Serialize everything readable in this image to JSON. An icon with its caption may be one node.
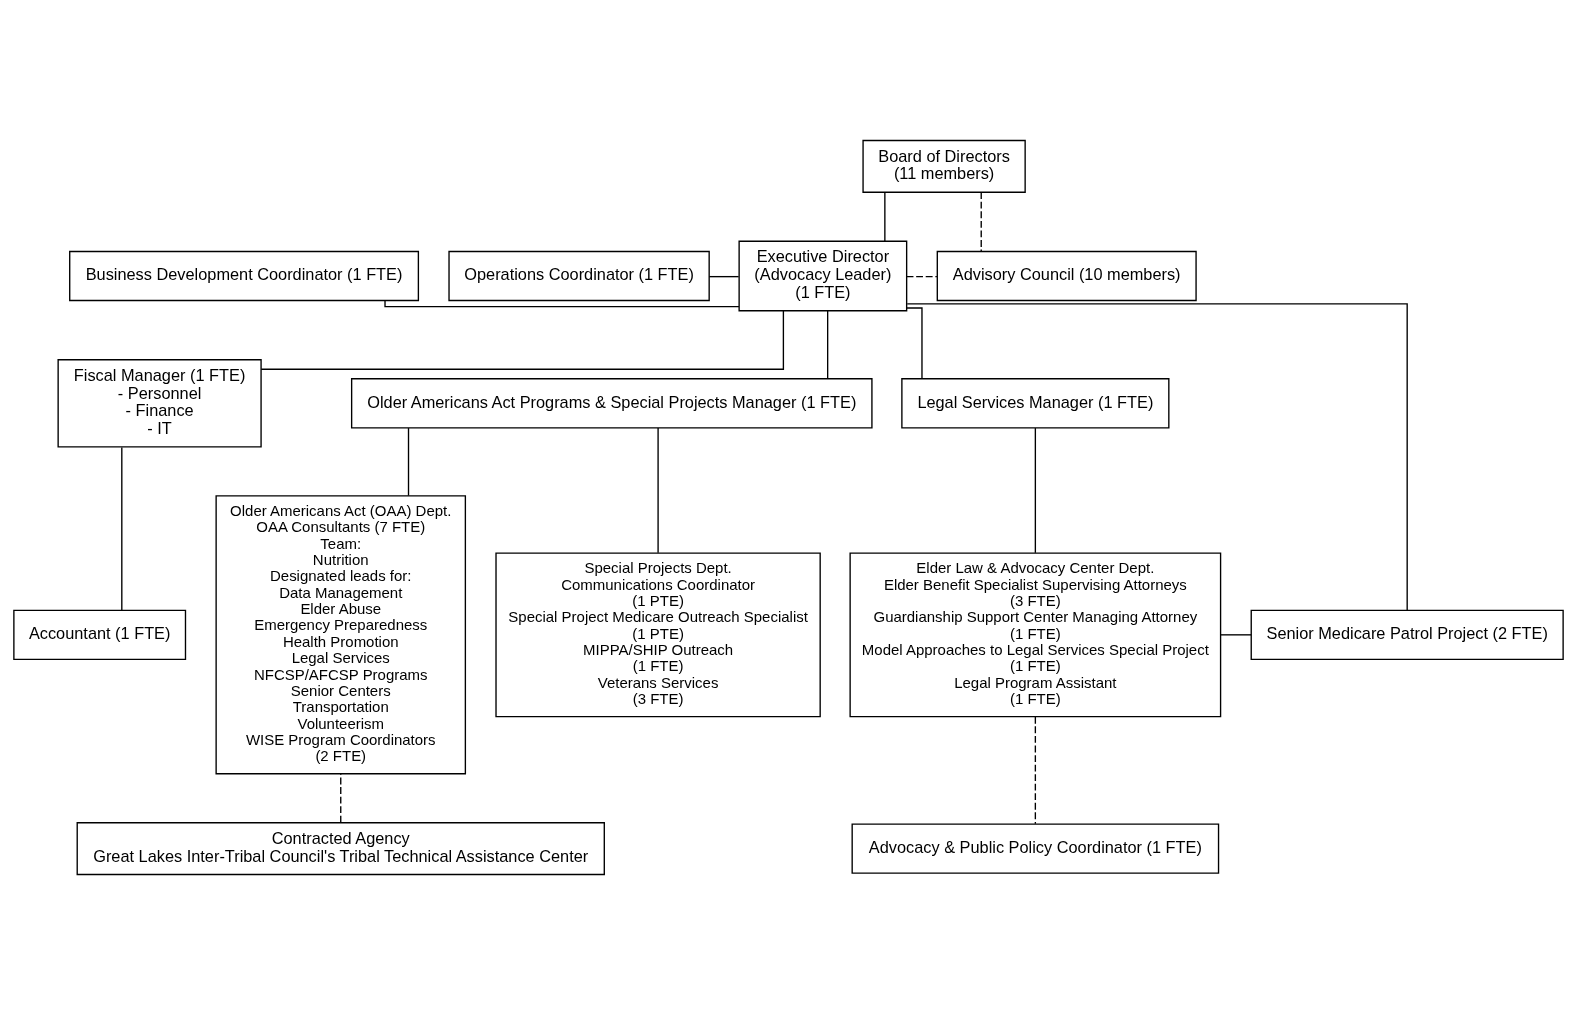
{
  "diagram": {
    "nodes": [
      {
        "text": [
          "Board of Directors",
          "(11 members)"
        ]
      },
      {
        "text": [
          "Business Development Coordinator (1 FTE)"
        ]
      },
      {
        "text": [
          "Operations Coordinator (1 FTE)"
        ]
      },
      {
        "text": [
          "Executive Director",
          "(Advocacy Leader)",
          "(1 FTE)"
        ]
      },
      {
        "text": [
          "Advisory Council (10 members)"
        ]
      },
      {
        "text": [
          "Fiscal Manager (1 FTE)",
          "- Personnel",
          "- Finance",
          "- IT"
        ]
      },
      {
        "text": [
          "Older Americans Act Programs & Special Projects Manager (1 FTE)"
        ]
      },
      {
        "text": [
          "Legal Services Manager (1 FTE)"
        ]
      },
      {
        "text": [
          "Accountant (1 FTE)"
        ]
      },
      {
        "text": [
          "Older Americans Act (OAA) Dept.",
          "OAA Consultants (7 FTE)",
          "Team:",
          "Nutrition",
          "Designated leads for:",
          "Data Management",
          "Elder Abuse",
          "Emergency Preparedness",
          "Health Promotion",
          "Legal Services",
          "NFCSP/AFCSP Programs",
          "Senior Centers",
          "Transportation",
          "Volunteerism",
          "WISE Program Coordinators",
          "(2 FTE)"
        ]
      },
      {
        "text": [
          "Special Projects Dept.",
          "Communications Coordinator",
          "(1 PTE)",
          "Special Project Medicare Outreach Specialist",
          "(1 PTE)",
          "MIPPA/SHIP Outreach",
          "(1 FTE)",
          "Veterans Services",
          "(3 FTE)"
        ]
      },
      {
        "text": [
          "Elder Law & Advocacy Center Dept.",
          "Elder Benefit Specialist Supervising Attorneys",
          "(3 FTE)",
          "Guardianship Support Center Managing Attorney",
          "(1 FTE)",
          "Model Approaches to Legal Services Special Project",
          "(1 FTE)",
          "Legal Program Assistant",
          "(1 FTE)"
        ]
      },
      {
        "text": [
          "Senior Medicare Patrol Project (2 FTE)"
        ]
      },
      {
        "text": [
          "Contracted Agency",
          "Great Lakes Inter-Tribal Council's Tribal Technical Assistance Center"
        ]
      },
      {
        "text": [
          "Advocacy & Public Policy Coordinator (1 FTE)"
        ]
      }
    ],
    "edges": [
      {
        "from": 0,
        "to": 3,
        "arrow": "none"
      },
      {
        "from": 0,
        "to": 4,
        "arrow": "none",
        "style": "dashed"
      },
      {
        "from": 1,
        "to": 3,
        "arrow": "none"
      },
      {
        "from": 2,
        "to": 3,
        "arrow": "none"
      },
      {
        "from": 3,
        "to": 4,
        "arrow": "none",
        "style": "dashed"
      },
      {
        "from": 3,
        "to": 5,
        "arrow": "none"
      },
      {
        "from": 3,
        "to": 6,
        "arrow": "none"
      },
      {
        "from": 3,
        "to": 7,
        "arrow": "none"
      },
      {
        "from": 3,
        "to": 12,
        "arrow": "none"
      },
      {
        "from": 5,
        "to": 8,
        "arrow": "none"
      },
      {
        "from": 6,
        "to": 9,
        "arrow": "none"
      },
      {
        "from": 6,
        "to": 10,
        "arrow": "none"
      },
      {
        "from": 7,
        "to": 11,
        "arrow": "none"
      },
      {
        "from": 13,
        "to": 9,
        "arrow": "none",
        "style": "dashed"
      },
      {
        "from": 11,
        "to": 12,
        "arrow": "none"
      },
      {
        "from": 11,
        "to": 14,
        "arrow": "none",
        "style": "dashed"
      }
    ]
  }
}
